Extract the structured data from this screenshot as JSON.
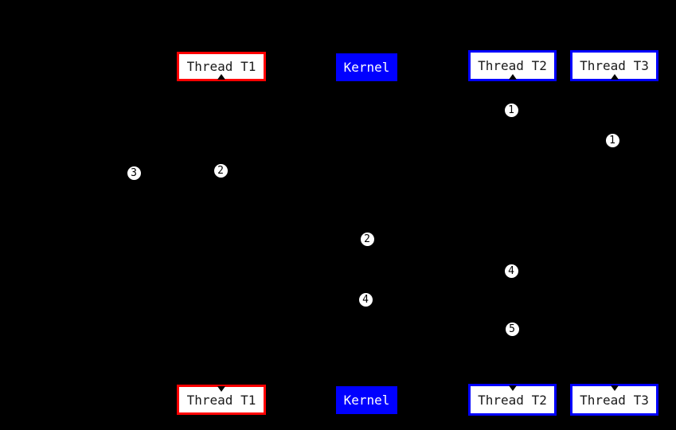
{
  "diagram": {
    "type": "thread-kernel-sequence-diagram",
    "colors": {
      "bg": "#000000",
      "red": "#ff0000",
      "blue": "#0000ff",
      "box_fill": "#ffffff",
      "box_text": "#1a1a1a",
      "kernel_text": "#ffffff",
      "marker_fill": "#ffffff",
      "marker_text": "#000000"
    },
    "actors_top": [
      {
        "label": "Thread T1",
        "style": "red-border"
      },
      {
        "label": "Kernel",
        "style": "blue-filled"
      },
      {
        "label": "Thread T2",
        "style": "blue-border"
      },
      {
        "label": "Thread T3",
        "style": "blue-border"
      }
    ],
    "actors_bottom": [
      {
        "label": "Thread T1",
        "style": "red-border"
      },
      {
        "label": "Kernel",
        "style": "blue-filled"
      },
      {
        "label": "Thread T2",
        "style": "blue-border"
      },
      {
        "label": "Thread T3",
        "style": "blue-border"
      }
    ],
    "markers": [
      {
        "label": "1"
      },
      {
        "label": "1"
      },
      {
        "label": "3"
      },
      {
        "label": "2"
      },
      {
        "label": "2"
      },
      {
        "label": "4"
      },
      {
        "label": "4"
      },
      {
        "label": "5"
      }
    ]
  }
}
